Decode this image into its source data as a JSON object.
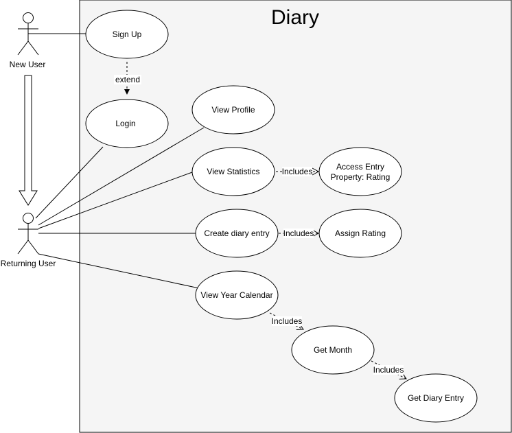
{
  "diagram": {
    "title": "Diary",
    "actors": {
      "new_user": "New User",
      "returning_user": "Returning User"
    },
    "use_cases": {
      "sign_up": "Sign Up",
      "login": "Login",
      "view_profile": "View Profile",
      "view_statistics": "View Statistics",
      "access_entry_line1": "Access Entry",
      "access_entry_line2": "Property: Rating",
      "create_entry": "Create diary entry",
      "assign_rating": "Assign Rating",
      "view_year_calendar": "View Year Calendar",
      "get_month": "Get Month",
      "get_diary_entry": "Get Diary Entry"
    },
    "relations": {
      "extend": "extend",
      "includes_stats": "Includes",
      "includes_create": "Includes",
      "includes_calendar": "Includes",
      "includes_month": "Includes"
    }
  }
}
